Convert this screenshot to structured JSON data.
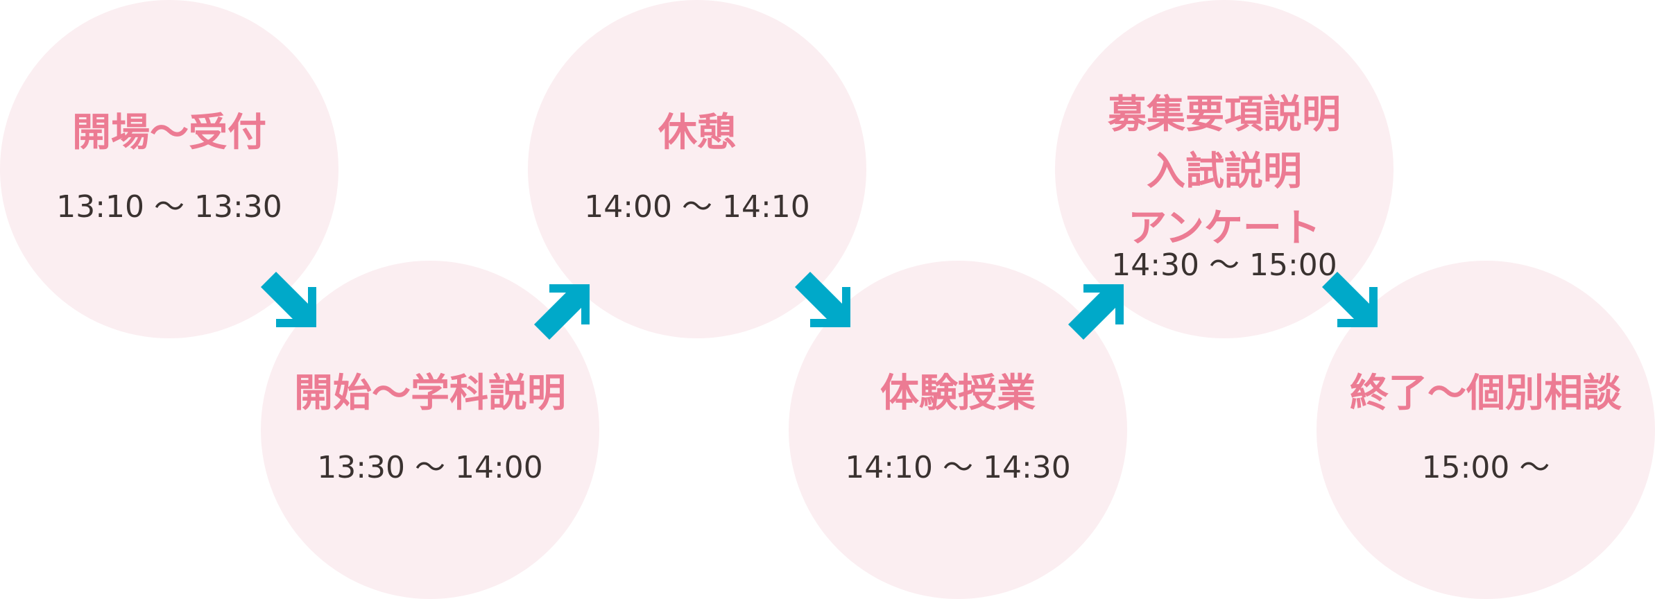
{
  "accent_colors": {
    "circle_fill": "#fbeef1",
    "title_color": "#ec7b93",
    "time_color": "#3a3230",
    "arrow_color": "#00a9c9"
  },
  "steps": [
    {
      "title": "開場～受付",
      "time": "13:10 〜 13:30"
    },
    {
      "title": "開始～学科説明",
      "time": "13:30 〜 14:00"
    },
    {
      "title": "休憩",
      "time": "14:00 〜 14:10"
    },
    {
      "title": "体験授業",
      "time": "14:10 〜 14:30"
    },
    {
      "title_lines": [
        "募集要項説明",
        "入試説明",
        "アンケート"
      ],
      "time": "14:30 〜 15:00"
    },
    {
      "title": "終了～個別相談",
      "time": "15:00 〜"
    }
  ],
  "arrows": [
    {
      "icon": "arrow-down-right-icon"
    },
    {
      "icon": "arrow-up-right-icon"
    },
    {
      "icon": "arrow-down-right-icon"
    },
    {
      "icon": "arrow-up-right-icon"
    },
    {
      "icon": "arrow-down-right-icon"
    }
  ]
}
